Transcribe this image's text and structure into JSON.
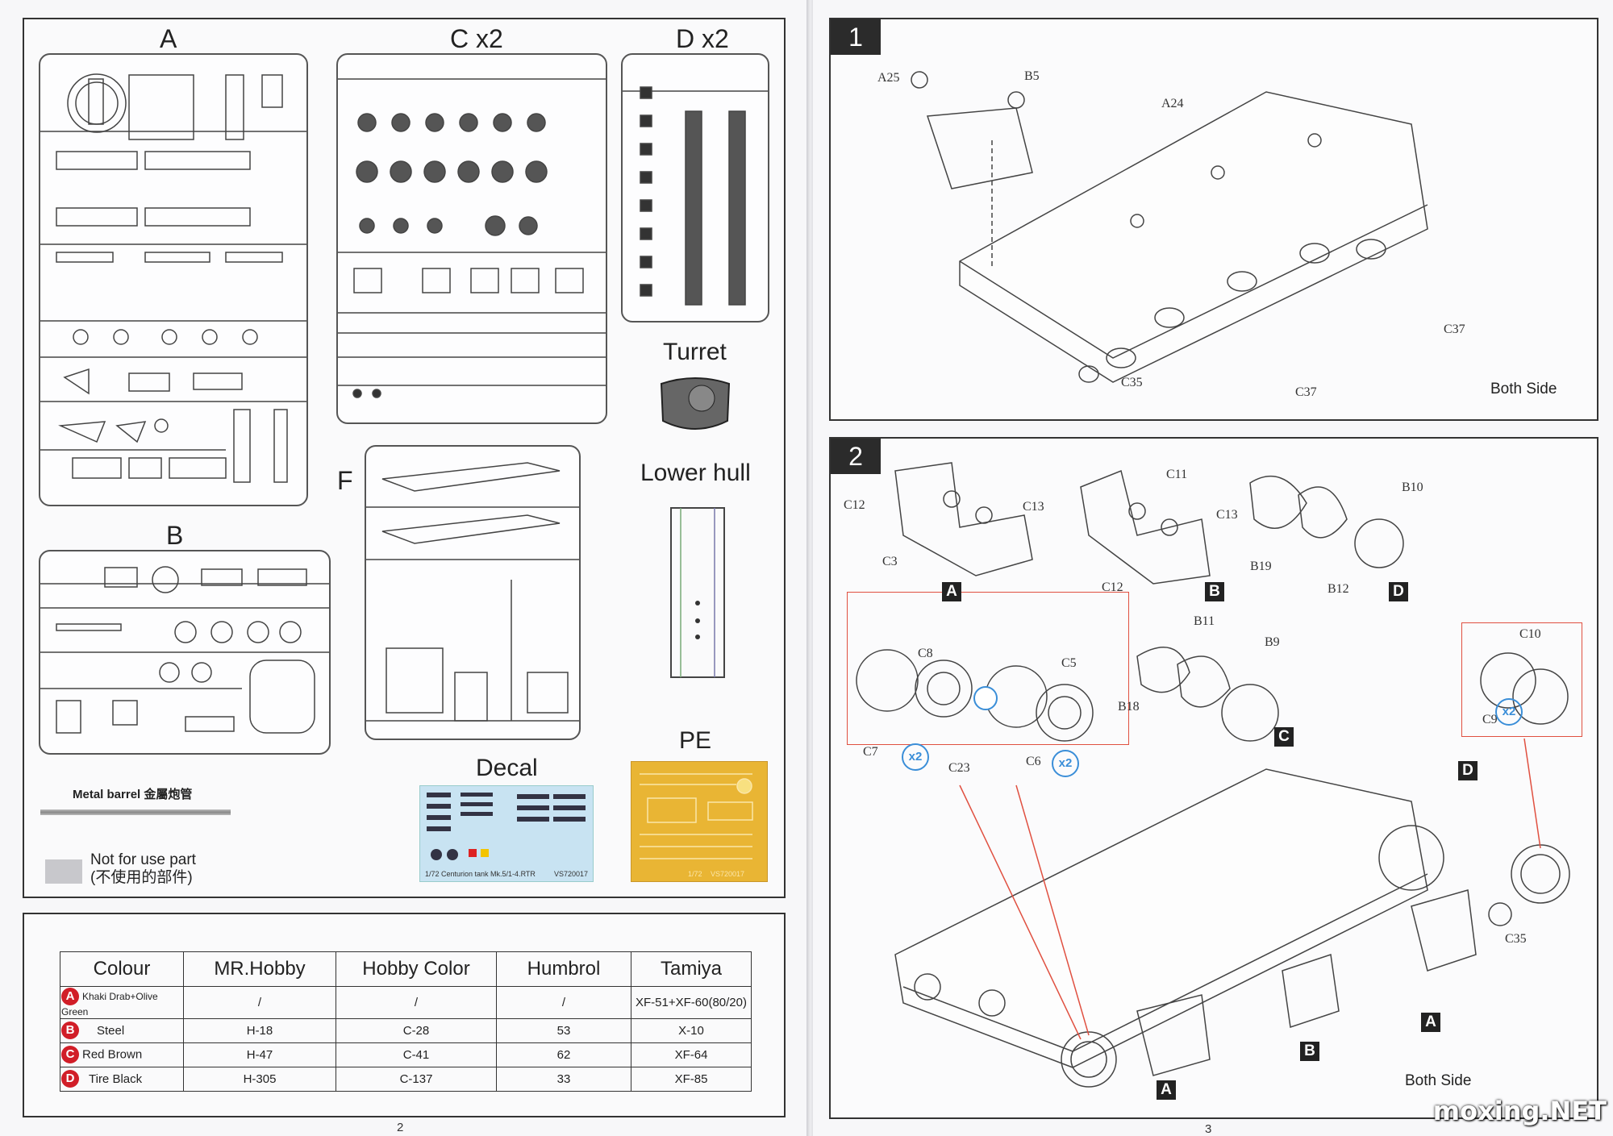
{
  "left_page": {
    "sprues": {
      "A": "A",
      "C": "C x2",
      "D": "D x2",
      "B": "B",
      "F": "F",
      "turret": "Turret",
      "lower_hull": "Lower hull",
      "decal": "Decal",
      "pe": "PE"
    },
    "metal_barrel": "Metal barrel  金屬炮管",
    "not_for_use_line1": "Not for use part",
    "not_for_use_line2": "(不使用的部件)",
    "decal_caption_left": "1/72 Centurion  tank Mk.5/1-4.RTR",
    "decal_caption_right": "VS720017",
    "pe_caption_left": "1/72",
    "pe_caption_right": "VS720017",
    "paint_table": {
      "headers": [
        "Colour",
        "MR.Hobby",
        "Hobby Color",
        "Humbrol",
        "Tamiya"
      ],
      "rows": [
        {
          "letter": "A",
          "name": "Khaki Drab+Olive Green",
          "mr_hobby": "/",
          "hobby_color": "/",
          "humbrol": "/",
          "tamiya": "XF-51+XF-60(80/20)"
        },
        {
          "letter": "B",
          "name": "Steel",
          "mr_hobby": "H-18",
          "hobby_color": "C-28",
          "humbrol": "53",
          "tamiya": "X-10"
        },
        {
          "letter": "C",
          "name": "Red Brown",
          "mr_hobby": "H-47",
          "hobby_color": "C-41",
          "humbrol": "62",
          "tamiya": "XF-64"
        },
        {
          "letter": "D",
          "name": "Tire Black",
          "mr_hobby": "H-305",
          "hobby_color": "C-137",
          "humbrol": "33",
          "tamiya": "XF-85"
        }
      ]
    },
    "page_number": "2"
  },
  "right_page": {
    "step1": {
      "number": "1",
      "callouts": [
        "A25",
        "B5",
        "A24",
        "C37",
        "C35",
        "C37"
      ],
      "side_note": "Both Side"
    },
    "step2": {
      "number": "2",
      "callouts": [
        "C12",
        "C13",
        "C3",
        "C11",
        "C12",
        "C13",
        "B10",
        "B19",
        "B12",
        "C8",
        "C7",
        "C23",
        "C5",
        "C6",
        "B11",
        "B9",
        "B18",
        "C10",
        "C9",
        "C35"
      ],
      "sub_labels": [
        "A",
        "B",
        "D",
        "C",
        "D",
        "A",
        "B",
        "A"
      ],
      "x2": [
        "x2",
        "x2",
        "x2"
      ],
      "side_note": "Both Side"
    },
    "page_number": "3"
  },
  "watermark": "moxing.NET"
}
